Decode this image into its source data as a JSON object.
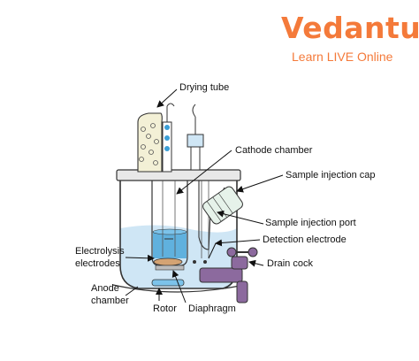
{
  "logo": {
    "main": "Vedantu",
    "sub": "Learn LIVE Online"
  },
  "labels": {
    "drying_tube": "Drying tube",
    "cathode_chamber": "Cathode chamber",
    "sample_injection_cap": "Sample injection cap",
    "sample_injection_port": "Sample injection port",
    "detection_electrode": "Detection electrode",
    "drain_cock": "Drain cock",
    "electrolysis_electrodes_1": "Electrolysis",
    "electrolysis_electrodes_2": "electrodes",
    "anode_chamber_1": "Anode",
    "anode_chamber_2": "chamber",
    "rotor": "Rotor",
    "diaphragm": "Diaphragm"
  },
  "colors": {
    "logo": "#f47a3a",
    "liquid": "#cfe6f5",
    "cathode_liquid": "#3b9fd6",
    "lid": "#e8e8e8",
    "drying_tube": "#f3f0d6",
    "drain_cock": "#8c6a9e",
    "injection_cap": "#e6f2ea"
  }
}
